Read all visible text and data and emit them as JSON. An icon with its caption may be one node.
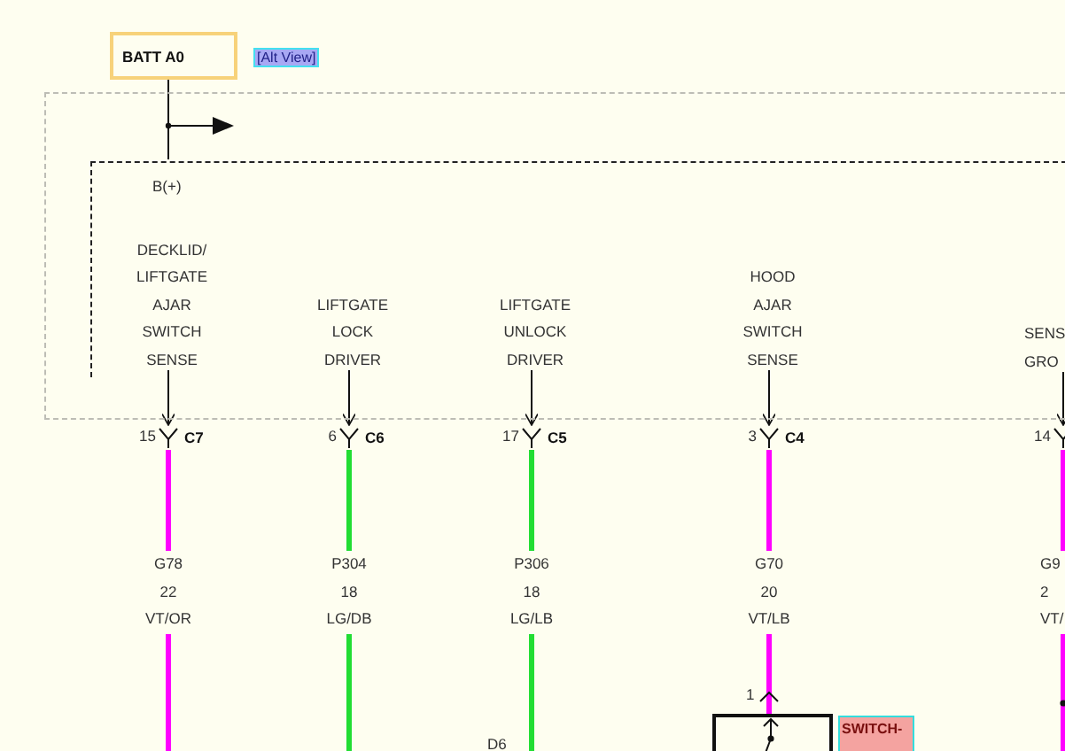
{
  "diagram": {
    "nodes": [
      {
        "text": [
          "BATT A0"
        ]
      },
      {
        "text": [],
        "shape": "box"
      },
      {
        "text": [
          "B(+)"
        ],
        "in": 1
      },
      {
        "text": [
          "DECKLID/ LIFTGATE AJAR SWITCH SENSE"
        ],
        "in": 2
      },
      {
        "text": [
          "LIFTGATE LOCK DRIVER"
        ],
        "in": 2
      },
      {
        "text": [
          "LIFTGATE UNLOCK DRIVER"
        ],
        "in": 2
      },
      {
        "text": [
          "HOOD AJAR SWITCH SENSE"
        ],
        "in": 2
      },
      {
        "text": [
          "SENS GRO"
        ],
        "in": 2
      },
      {
        "text": [
          "C7"
        ],
        "beside": [
          "15"
        ]
      },
      {
        "text": [
          "C6"
        ],
        "beside": [
          "6"
        ]
      },
      {
        "text": [
          "C5"
        ],
        "beside": [
          "17"
        ]
      },
      {
        "text": [
          "C4"
        ],
        "beside": [
          "3"
        ]
      },
      {
        "text": [],
        "shape": "connector",
        "beside": [
          "14"
        ]
      },
      {
        "text": [
          "G78",
          "22",
          "VT/OR"
        ]
      },
      {
        "text": [
          "P304",
          "18",
          "LG/DB"
        ]
      },
      {
        "text": [
          "P306",
          "18",
          "LG/LB"
        ]
      },
      {
        "text": [
          "G70",
          "20",
          "VT/LB"
        ]
      },
      {
        "text": [
          "G9",
          "2",
          "VT/"
        ]
      },
      {
        "text": [],
        "shape": "box",
        "beside": [
          "1"
        ]
      },
      {
        "text": [
          "SWITCH-"
        ]
      }
    ],
    "edges": [
      {
        "from": 0,
        "to": 2,
        "arrow": "none"
      },
      {
        "from": 3,
        "to": 8,
        "arrow": "to"
      },
      {
        "from": 4,
        "to": 9,
        "arrow": "to"
      },
      {
        "from": 5,
        "to": 10,
        "arrow": "to"
      },
      {
        "from": 6,
        "to": 11,
        "arrow": "to"
      },
      {
        "from": 7,
        "to": 12,
        "arrow": "to"
      },
      {
        "from": 8,
        "to": 13,
        "arrow": "none",
        "color": "#ff00ff"
      },
      {
        "from": 13,
        "to": null,
        "arrow": "none",
        "color": "#ff00ff"
      },
      {
        "from": 9,
        "to": 14,
        "arrow": "none",
        "color": "#22dd33"
      },
      {
        "from": 14,
        "to": null,
        "arrow": "none",
        "color": "#22dd33"
      },
      {
        "from": 10,
        "to": 15,
        "arrow": "none",
        "color": "#22dd33"
      },
      {
        "from": 15,
        "to": null,
        "arrow": "none",
        "color": "#22dd33"
      },
      {
        "from": 11,
        "to": 16,
        "arrow": "none",
        "color": "#ff00ff"
      },
      {
        "from": 16,
        "to": 18,
        "arrow": "none",
        "color": "#ff00ff"
      },
      {
        "from": 12,
        "to": 17,
        "arrow": "none",
        "color": "#ff00ff"
      },
      {
        "from": 17,
        "to": null,
        "arrow": "none",
        "color": "#ff00ff"
      }
    ],
    "labels": [
      "[Alt View]",
      "D6"
    ]
  }
}
